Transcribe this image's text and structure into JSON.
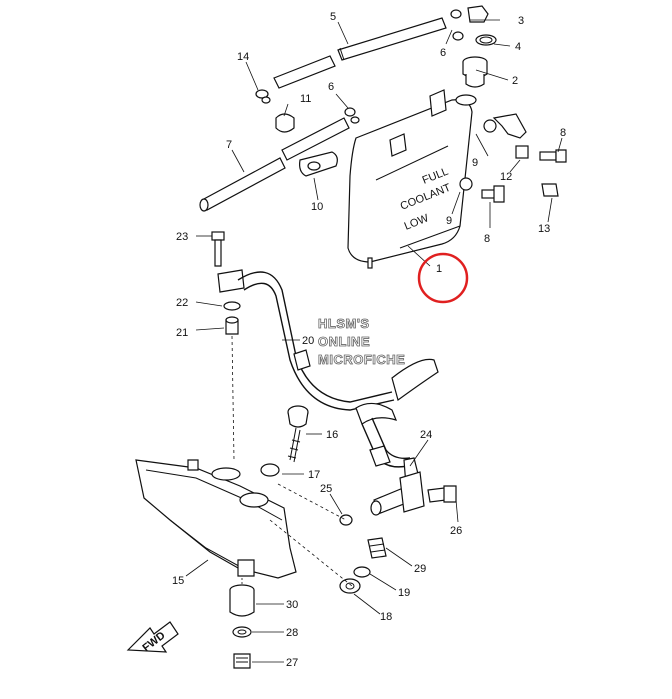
{
  "diagram": {
    "callouts": [
      "1",
      "2",
      "3",
      "4",
      "5",
      "6",
      "6",
      "7",
      "8",
      "8",
      "9",
      "9",
      "10",
      "11",
      "12",
      "13",
      "14",
      "15",
      "16",
      "17",
      "18",
      "19",
      "20",
      "21",
      "22",
      "23",
      "24",
      "25",
      "26",
      "27",
      "28",
      "29",
      "30"
    ],
    "tank_text": [
      "FULL",
      "COOLANT",
      "LOW"
    ],
    "watermark": [
      "HLSM'S",
      "ONLINE",
      "MICROFICHE"
    ],
    "fwd_label": "FWD",
    "highlight": {
      "target": "1",
      "color": "#e02020"
    }
  }
}
